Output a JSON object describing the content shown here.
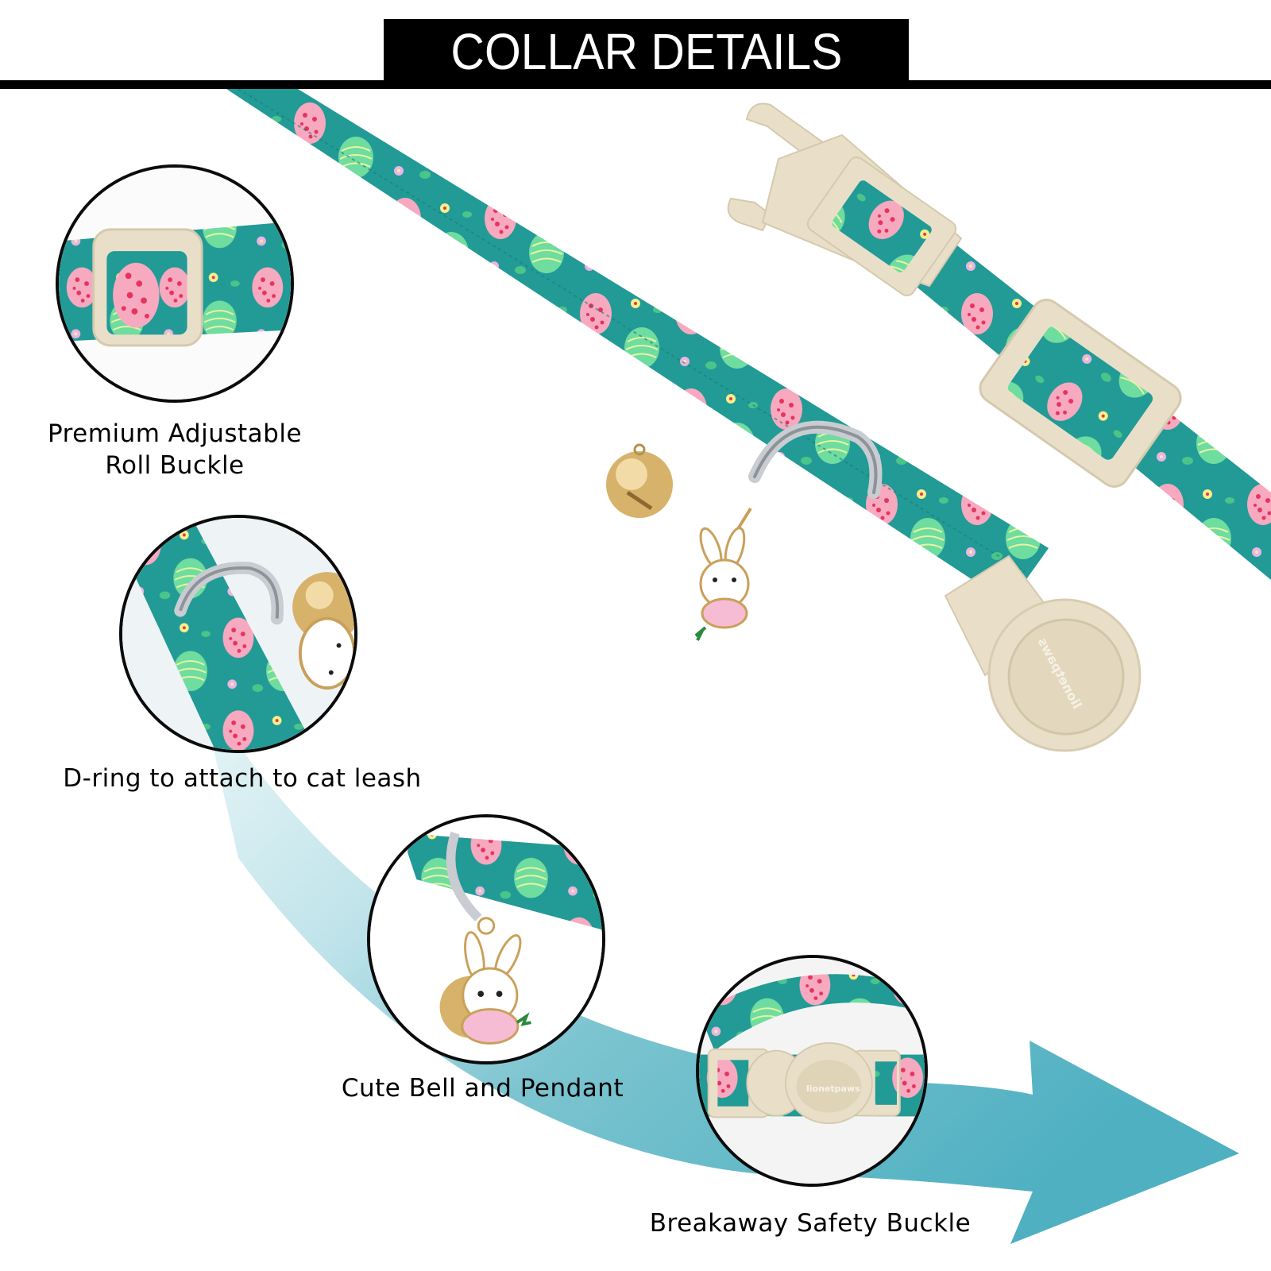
{
  "header": {
    "title": "COLLAR DETAILS"
  },
  "features": [
    {
      "id": "roll-buckle",
      "label_line1": "Premium Adjustable",
      "label_line2": "Roll Buckle"
    },
    {
      "id": "d-ring",
      "label": "D-ring to attach to cat leash"
    },
    {
      "id": "bell-pendant",
      "label": "Cute Bell and Pendant"
    },
    {
      "id": "breakaway-buckle",
      "label": "Breakaway Safety Buckle"
    }
  ],
  "product": {
    "brand_mark": "lionetpaws",
    "brand_mark_mirrored": "lionetpaws",
    "pattern": "Easter eggs and flowers",
    "charm": "bunny with carrot",
    "hardware": [
      "plastic side-release clip",
      "adjustable slide buckle",
      "silver D-ring",
      "gold bell",
      "breakaway safety buckle"
    ]
  },
  "colors": {
    "title_bg": "#000000",
    "title_text": "#ffffff",
    "arrow": "#4eb0c1",
    "arrow_fade": "#d6eef2",
    "collar_base": "#229a96",
    "collar_dark": "#1a7f7c",
    "buckle": "#e9dfc9",
    "egg_pink": "#f7a9bf",
    "egg_dots": "#e6335f",
    "egg_green": "#6fdca0",
    "flower_yellow": "#f6f08a",
    "gold": "#d7b26a",
    "silver": "#c9ccd1",
    "circle_border": "#0b0b0b"
  }
}
